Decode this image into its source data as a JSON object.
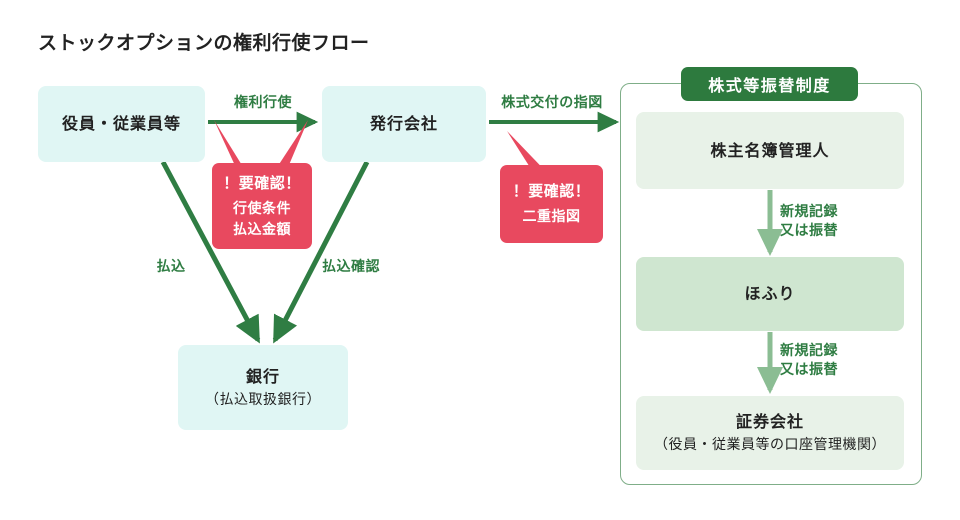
{
  "title": "ストックオプションの権利行使フロー",
  "colors": {
    "green_dark": "#2d7a3e",
    "green_arrow": "#2f7d43",
    "green_arrow_light": "#8bbd93",
    "red_callout": "#e8495f",
    "node_blue": "#e0f6f4",
    "node_green_light": "#e8f2e8",
    "node_green_mid": "#cfe6d0",
    "group_border": "#7fae88",
    "text": "#222222"
  },
  "nodes": {
    "holder": {
      "main": "役員・従業員等",
      "sub": ""
    },
    "issuer": {
      "main": "発行会社",
      "sub": ""
    },
    "bank": {
      "main": "銀行",
      "sub": "（払込取扱銀行）"
    },
    "registrar": {
      "main": "株主名簿管理人",
      "sub": ""
    },
    "hofuri": {
      "main": "ほふり",
      "sub": ""
    },
    "broker": {
      "main": "証券会社",
      "sub": "（役員・従業員等の口座管理機関）"
    }
  },
  "group": {
    "title": "株式等振替制度"
  },
  "edges": {
    "exercise": "権利行使",
    "share_delivery_instruction": "株式交付の指図",
    "payment": "払込",
    "payment_confirm": "払込確認",
    "record_or_transfer_1": "新規記録\n又は振替",
    "record_or_transfer_2": "新規記録\n又は振替"
  },
  "callouts": {
    "exercise_check": {
      "heading": "！要確認！",
      "lines": [
        "行使条件",
        "払込金額"
      ]
    },
    "double_instruction_check": {
      "heading": "！要確認！",
      "lines": [
        "二重指図"
      ]
    }
  }
}
